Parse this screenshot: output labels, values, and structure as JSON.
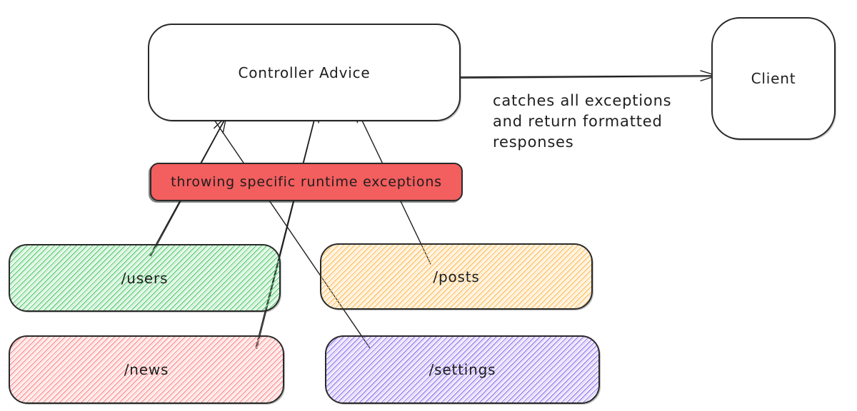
{
  "colors": {
    "ink": "#1e1e1e",
    "exception_fill": "#f35e5e",
    "users_hatch": "#66d17e",
    "posts_hatch": "#ffc670",
    "news_hatch": "#ff9d9d",
    "settings_hatch": "#a48cf0"
  },
  "nodes": {
    "controller_advice": {
      "label": "Controller Advice"
    },
    "client": {
      "label": "Client"
    },
    "exception_bar": {
      "label": "throwing specific runtime exceptions"
    },
    "users": {
      "label": "/users"
    },
    "posts": {
      "label": "/posts"
    },
    "news": {
      "label": "/news"
    },
    "settings": {
      "label": "/settings"
    }
  },
  "edge_annotation": {
    "line1": "catches all exceptions",
    "line2": "and return formatted",
    "line3": "responses"
  },
  "edges": [
    {
      "from": "users",
      "to": "controller_advice"
    },
    {
      "from": "news",
      "to": "controller_advice"
    },
    {
      "from": "posts",
      "to": "controller_advice"
    },
    {
      "from": "settings",
      "to": "controller_advice"
    },
    {
      "from": "controller_advice",
      "to": "client",
      "label": "catches all exceptions and return formatted responses"
    }
  ]
}
